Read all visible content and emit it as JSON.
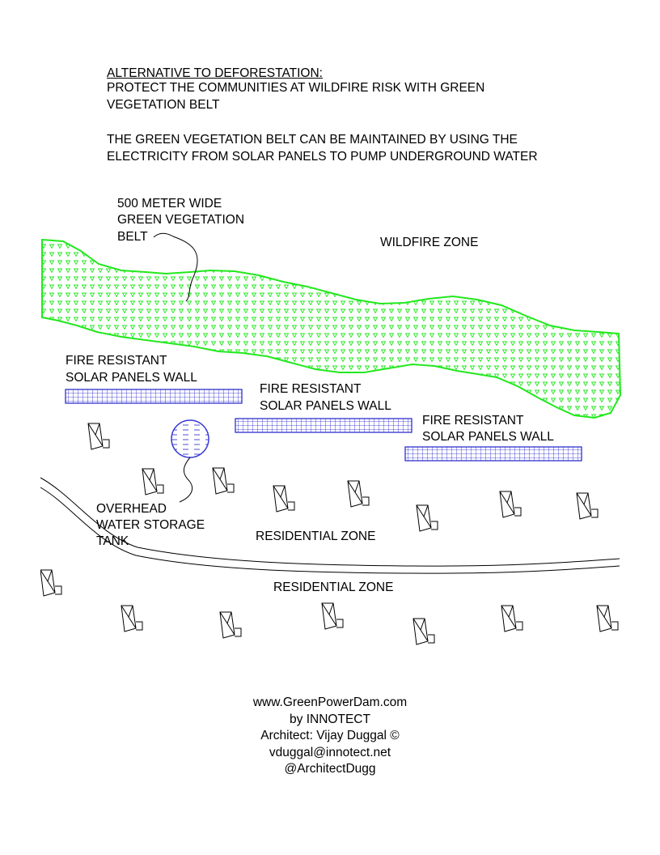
{
  "header": {
    "heading": "ALTERNATIVE TO DEFORESTATION:",
    "line1": "PROTECT THE COMMUNITIES AT WILDFIRE RISK WITH GREEN",
    "line2": "VEGETATION BELT",
    "line3": "THE GREEN VEGETATION BELT CAN BE  MAINTAINED BY USING THE",
    "line4": "ELECTRICITY FROM SOLAR PANELS TO PUMP UNDERGROUND WATER"
  },
  "labels": {
    "belt": [
      "500 METER WIDE",
      "GREEN VEGETATION",
      "BELT"
    ],
    "wildfire_zone": "WILDFIRE ZONE",
    "solar_wall": [
      "FIRE RESISTANT",
      "SOLAR PANELS WALL"
    ],
    "tank": [
      "OVERHEAD",
      "WATER STORAGE",
      "TANK"
    ],
    "residential_zone": "RESIDENTIAL ZONE"
  },
  "colors": {
    "vegetation": "#22e81e",
    "solar_panel": "#2020cc",
    "tank": "#3a3ad6",
    "line": "#000000"
  },
  "footer": {
    "website": "www.GreenPowerDam.com",
    "by": "by INNOTECT",
    "architect": "Architect: Vijay Duggal ©",
    "email": "vduggal@innotect.net",
    "handle": "@ArchitectDugg"
  }
}
